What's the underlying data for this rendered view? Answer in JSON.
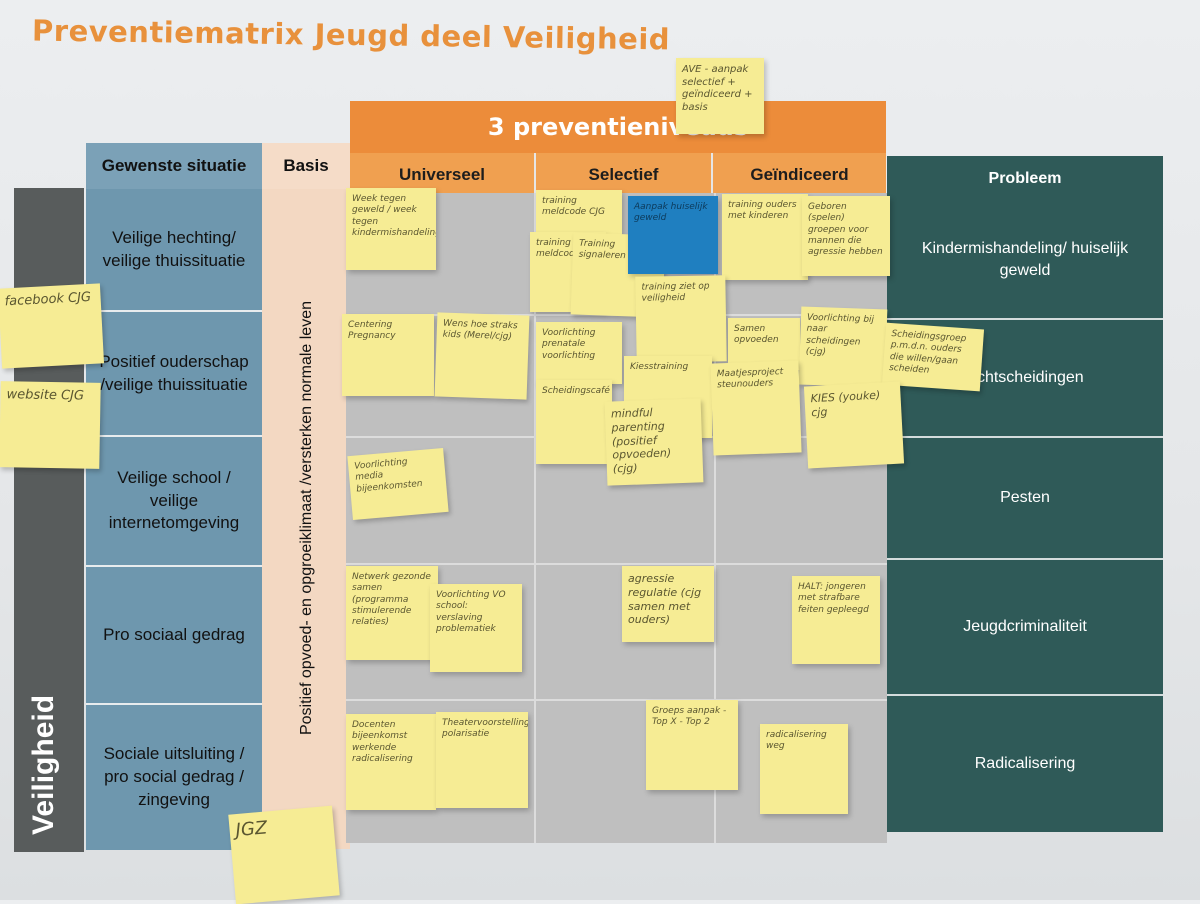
{
  "title": "Preventiematrix Jeugd deel Veiligheid",
  "niveaus_banner": "3 preventieniveaus",
  "headers": {
    "gewenste": "Gewenste situatie",
    "basis": "Basis",
    "universeel": "Universeel",
    "selectief": "Selectief",
    "geindiceerd": "Geïndiceerd",
    "probleem": "Probleem"
  },
  "vertical_label": "Veiligheid",
  "basis_vertical": "Positief opvoed- en opgroeiklimaat /versterken normale leven",
  "gewenste_rows": [
    "Veilige hechting/ veilige thuissituatie",
    "Positief ouderschap /veilige thuissituatie",
    "Veilige school / veilige internetomgeving",
    "Pro sociaal gedrag",
    "Sociale uitsluiting / pro social gedrag / zingeving"
  ],
  "probleem_rows": [
    "Kindermishandeling/ huiselijk geweld",
    "Echtscheidingen",
    "Pesten",
    "Jeugdcriminaliteit",
    "Radicalisering"
  ],
  "stickies": {
    "ave": "AVE - aanpak selectief + geïndiceerd + basis",
    "facebook": "facebook CJG",
    "website": "website CJG",
    "jgz": "JGZ",
    "s1": "Week tegen geweld / week tegen kindermishandeling",
    "s2": "training meldcode CJG",
    "s3": "training meldcode CJG",
    "s4": "Training signaleren",
    "s5": "Aanpak huiselijk geweld",
    "s6": "training ouders met kinderen",
    "s7": "Geboren (spelen) groepen voor mannen die agressie hebben",
    "s8": "training ziet op veiligheid",
    "s9": "Centering Pregnancy",
    "s10": "Wens hoe straks kids (Merel/cjg)",
    "s11": "Voorlichting prenatale voorlichting",
    "s12": "Samen opvoeden",
    "s13": "Voorlichting bij naar scheidingen (cjg)",
    "s14": "Scheidingsgroep p.m.d.n. ouders die willen/gaan scheiden",
    "s15": "Kiesstraining",
    "s16": "Maatjesproject steunouders",
    "s17": "Scheidingscafé",
    "s18": "mindful parenting (positief opvoeden) (cjg)",
    "s19": "KIES (youke) cjg",
    "s20": "Voorlichting media bijeenkomsten",
    "s21": "Netwerk gezonde samen (programma stimulerende relaties)",
    "s22": "Voorlichting VO school: verslaving problematiek",
    "s23": "agressie regulatie (cjg samen met ouders)",
    "s24": "HALT: jongeren met strafbare feiten gepleegd",
    "s25": "Docenten bijeenkomst werkende radicalisering",
    "s26": "Theatervoorstelling polarisatie",
    "s27": "Groeps aanpak - Top X - Top 2",
    "s28": "radicalisering weg"
  },
  "colors": {
    "title": "#e8913c",
    "banner": "#ec8c3a",
    "gewenste": "#6e97ae",
    "probleem": "#2f5a58",
    "sticky": "#f6ec94",
    "sticky_blue": "#1f7fc0"
  }
}
